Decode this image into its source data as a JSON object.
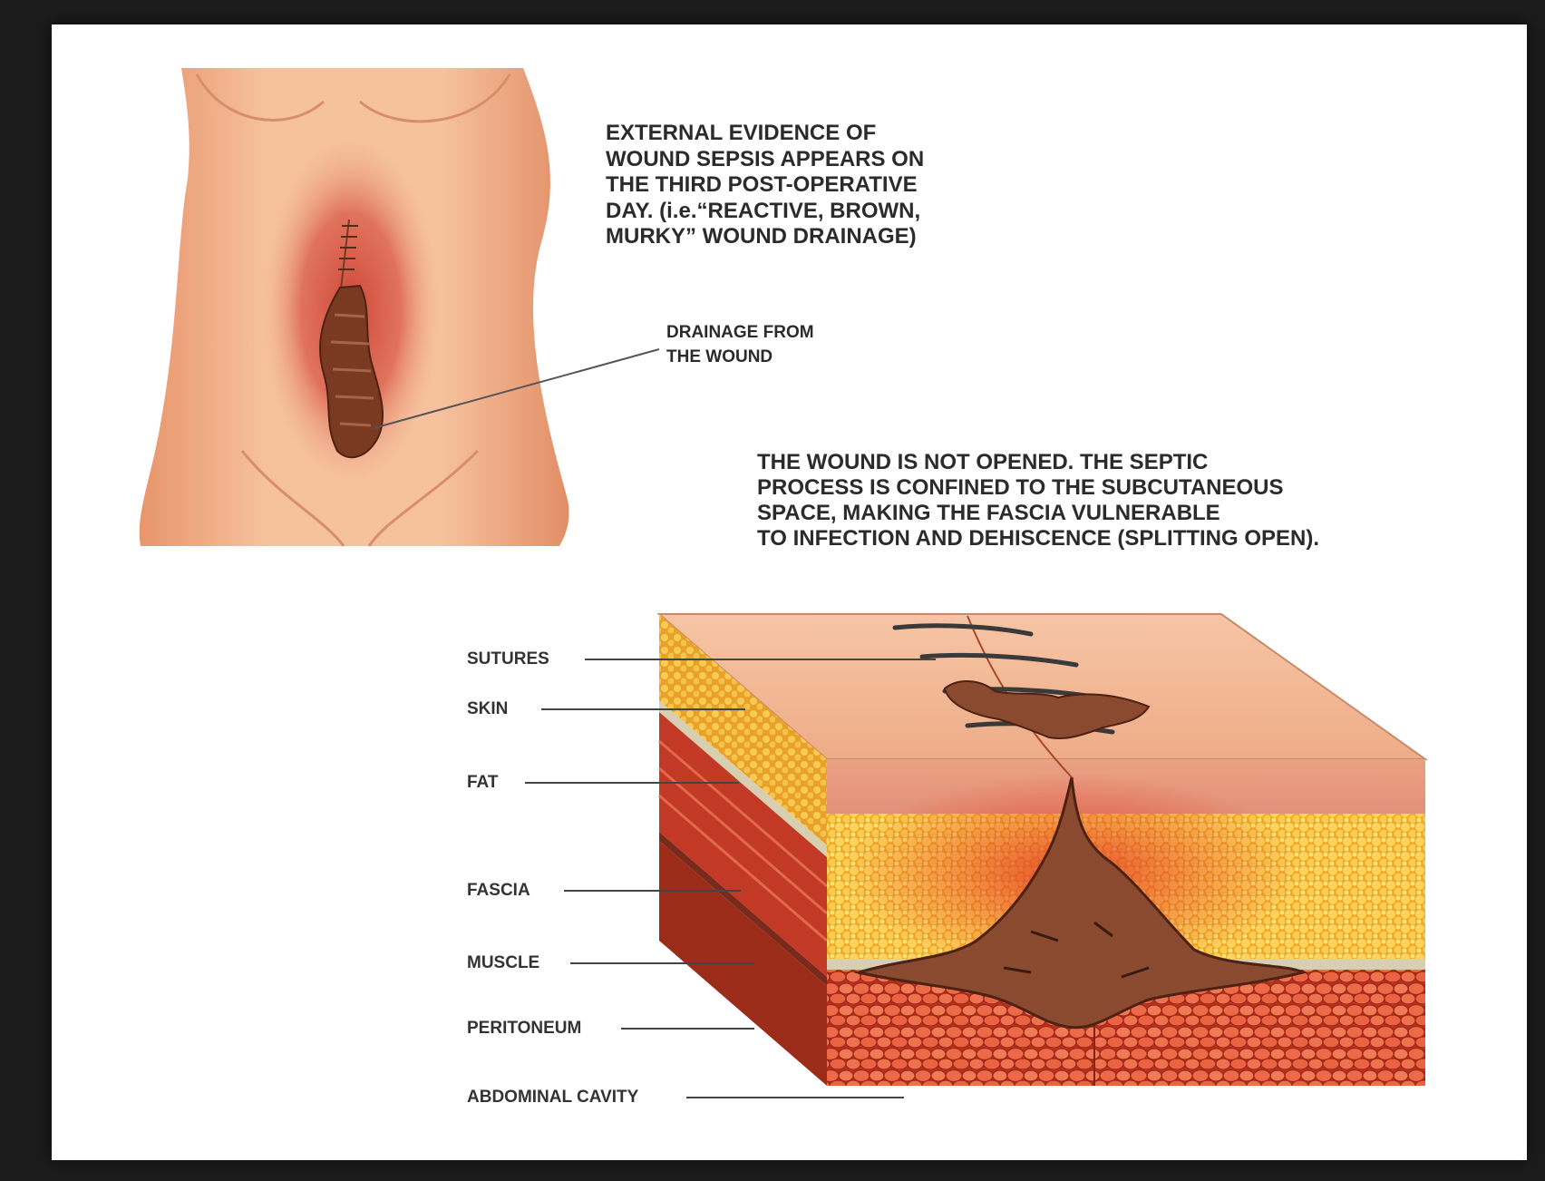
{
  "callouts": {
    "external_evidence": [
      "EXTERNAL EVIDENCE OF",
      "WOUND SEPSIS APPEARS ON",
      "THE THIRD POST-OPERATIVE",
      "DAY. (i.e.“REACTIVE, BROWN,",
      "MURKY” WOUND DRAINAGE)"
    ],
    "drainage": [
      "DRAINAGE FROM",
      "THE WOUND"
    ],
    "wound_not_opened": [
      "THE WOUND IS NOT OPENED. THE SEPTIC",
      "PROCESS IS CONFINED TO THE SUBCUTANEOUS",
      "SPACE, MAKING THE FASCIA VULNERABLE",
      "TO INFECTION AND DEHISCENCE (SPLITTING OPEN)."
    ]
  },
  "layer_labels": {
    "sutures": "SUTURES",
    "skin": "SKIN",
    "fat": "FAT",
    "fascia": "FASCIA",
    "muscle": "MUSCLE",
    "peritoneum": "PERITONEUM",
    "abdominal_cavity": "ABDOMINAL CAVITY"
  },
  "colors": {
    "skin_tone": "#f0b08a",
    "inflamed_area": "#d9604c",
    "wound_drainage": "#7a3a22",
    "fat_layer": "#f2b43a",
    "fascia_layer": "#cfc6a8",
    "muscle_layer": "#c8402a",
    "cavity": "#e05a3a"
  }
}
